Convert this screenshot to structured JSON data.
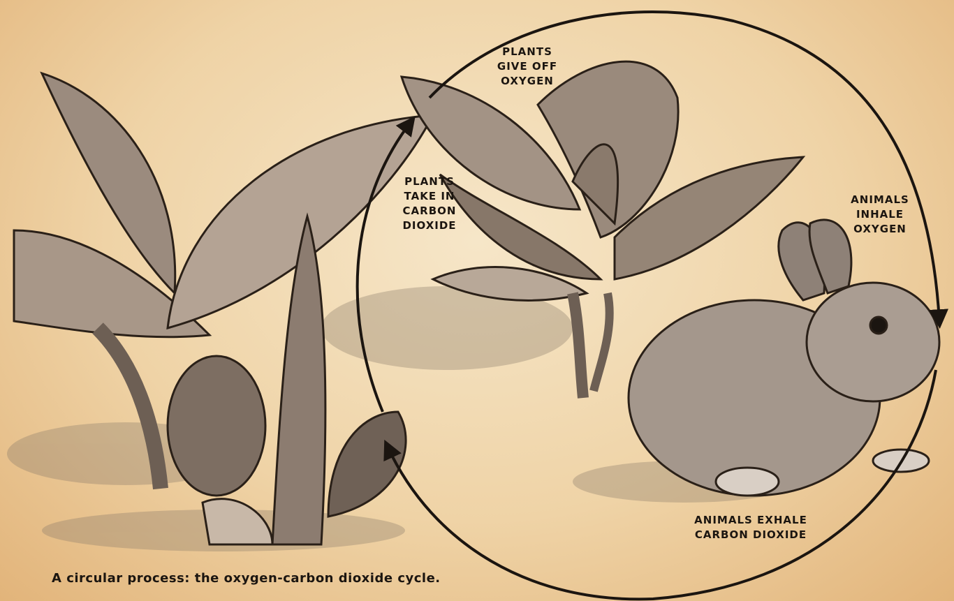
{
  "diagram": {
    "labels": {
      "plants_give_off": "PLANTS\nGIVE OFF\nOXYGEN",
      "plants_take_in": "PLANTS\nTAKE IN\nCARBON\nDIOXIDE",
      "animals_inhale": "ANIMALS\nINHALE\nOXYGEN",
      "animals_exhale": "ANIMALS  EXHALE\nCARBON DIOXIDE"
    },
    "caption": "A circular process: the oxygen-carbon dioxide cycle."
  },
  "colors": {
    "ink": "#1b1510",
    "paper": "#f6e6c8",
    "paper_edge": "#e2b47a"
  }
}
